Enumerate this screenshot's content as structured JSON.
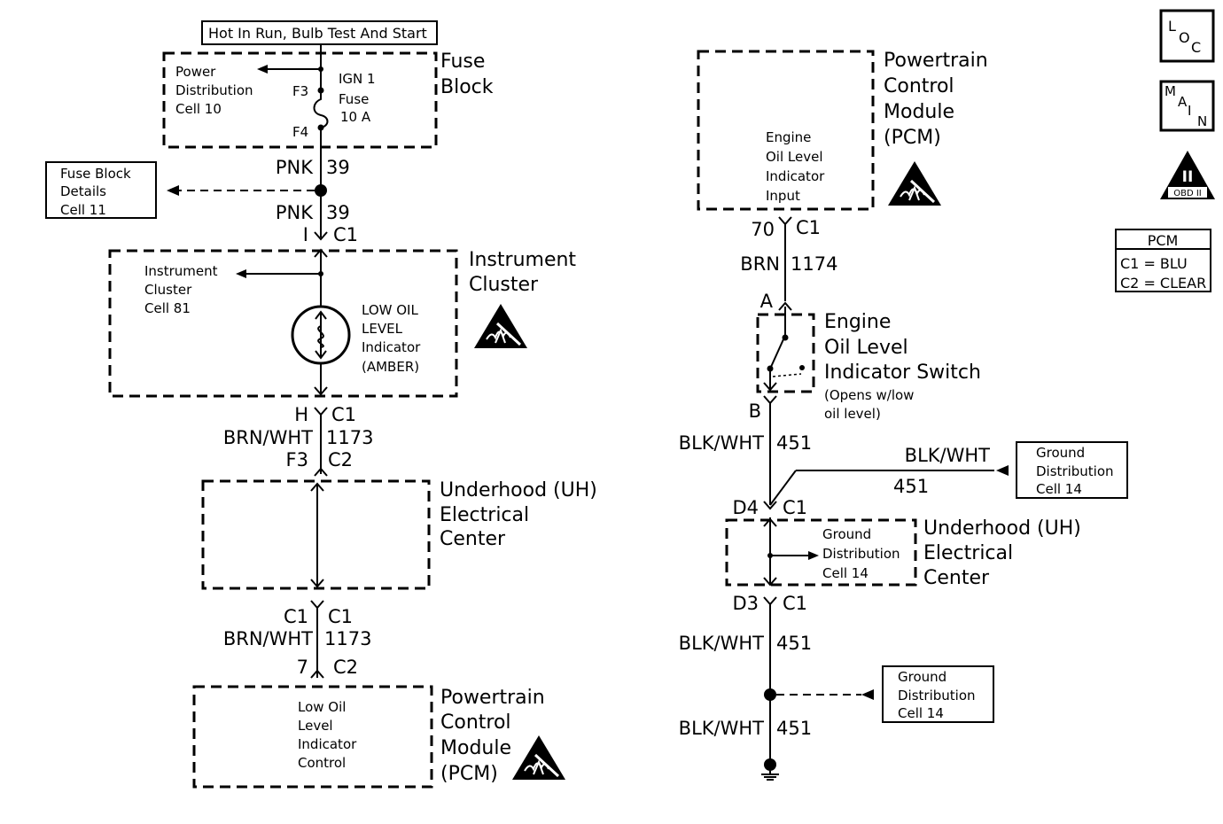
{
  "left_circuit": {
    "power_label": "Hot In Run, Bulb Test And Start",
    "fuse_block": {
      "title_line1": "Fuse",
      "title_line2": "Block",
      "ref_line1": "Power",
      "ref_line2": "Distribution",
      "ref_line3": "Cell 10",
      "fuse_line1": "IGN 1",
      "fuse_line2": "Fuse",
      "fuse_line3": "10 A",
      "terminal_top": "F3",
      "terminal_bottom": "F4"
    },
    "wire_pnk_upper": {
      "color": "PNK",
      "circuit": "39"
    },
    "fuse_block_details": {
      "line1": "Fuse Block",
      "line2": "Details",
      "line3": "Cell 11"
    },
    "wire_pnk_lower": {
      "color": "PNK",
      "circuit": "39"
    },
    "connector_cluster_in": {
      "pin": "I",
      "connector": "C1"
    },
    "instrument_cluster": {
      "title_line1": "Instrument",
      "title_line2": "Cluster",
      "ref_line1": "Instrument",
      "ref_line2": "Cluster",
      "ref_line3": "Cell 81",
      "lamp_line1": "LOW OIL",
      "lamp_line2": "LEVEL",
      "lamp_line3": "Indicator",
      "lamp_line4": "(AMBER)"
    },
    "connector_cluster_out": {
      "pin": "H",
      "connector": "C1"
    },
    "wire_brnwht_upper": {
      "color": "BRN/WHT",
      "circuit": "1173"
    },
    "connector_uh_in": {
      "pin": "F3",
      "connector": "C2"
    },
    "underhood": {
      "line1": "Underhood (UH)",
      "line2": "Electrical",
      "line3": "Center"
    },
    "connector_uh_out": {
      "pin": "C1",
      "connector": "C1"
    },
    "wire_brnwht_lower": {
      "color": "BRN/WHT",
      "circuit": "1173"
    },
    "connector_pcm": {
      "pin": "7",
      "connector": "C2"
    },
    "pcm": {
      "title_line1": "Powertrain",
      "title_line2": "Control",
      "title_line3": "Module",
      "title_line4": "(PCM)",
      "inner_line1": "Low Oil",
      "inner_line2": "Level",
      "inner_line3": "Indicator",
      "inner_line4": "Control"
    }
  },
  "right_circuit": {
    "pcm": {
      "title_line1": "Powertrain",
      "title_line2": "Control",
      "title_line3": "Module",
      "title_line4": "(PCM)",
      "inner_line1": "Engine",
      "inner_line2": "Oil Level",
      "inner_line3": "Indicator",
      "inner_line4": "Input"
    },
    "connector_pcm": {
      "pin": "70",
      "connector": "C1"
    },
    "wire_brn": {
      "color": "BRN",
      "circuit": "1174"
    },
    "switch": {
      "pin_a": "A",
      "pin_b": "B",
      "title_line1": "Engine",
      "title_line2": "Oil Level",
      "title_line3": "Indicator Switch",
      "note_line1": "(Opens w/low",
      "note_line2": "oil level)"
    },
    "wire_blkwht_1": {
      "color": "BLK/WHT",
      "circuit": "451"
    },
    "wire_blkwht_branch": {
      "color": "BLK/WHT",
      "circuit": "451"
    },
    "ground_dist_a": {
      "line1": "Ground",
      "line2": "Distribution",
      "line3": "Cell 14"
    },
    "connector_uh_in": {
      "pin": "D4",
      "connector": "C1"
    },
    "underhood": {
      "line1": "Underhood (UH)",
      "line2": "Electrical",
      "line3": "Center",
      "ref_line1": "Ground",
      "ref_line2": "Distribution",
      "ref_line3": "Cell 14"
    },
    "connector_uh_out": {
      "pin": "D3",
      "connector": "C1"
    },
    "wire_blkwht_2": {
      "color": "BLK/WHT",
      "circuit": "451"
    },
    "ground_dist_b": {
      "line1": "Ground",
      "line2": "Distribution",
      "line3": "Cell 14"
    },
    "wire_blkwht_3": {
      "color": "BLK/WHT",
      "circuit": "451"
    }
  },
  "legend": {
    "loc_icon": {
      "l": "L",
      "o": "O",
      "c": "C"
    },
    "main_icon": {
      "m": "M",
      "a": "A",
      "i": "I",
      "n": "N"
    },
    "obd_icon": {
      "numeral": "II",
      "label": "OBD II"
    },
    "pcm_table": {
      "title": "PCM",
      "row1": "C1 = BLU",
      "row2": "C2 = CLEAR"
    }
  }
}
